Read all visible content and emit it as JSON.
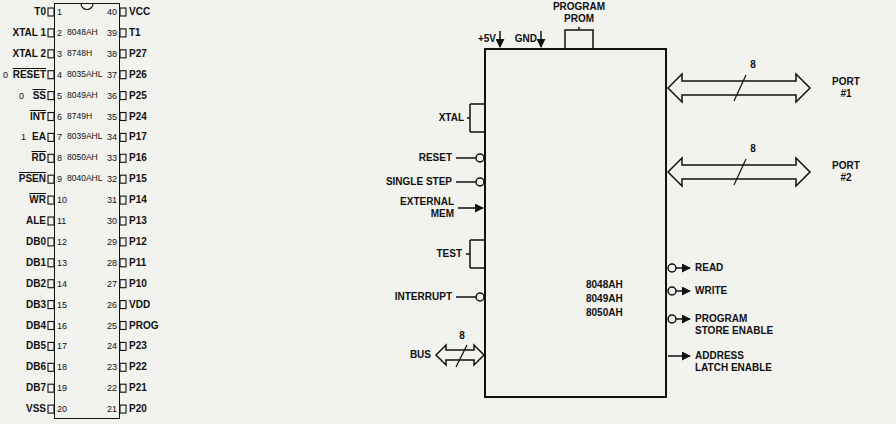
{
  "diagram": {
    "nodes": [
      {
        "text": [
          "8048AH 8748H 8035AHL 8049AH 8749H 8039AHL 8050AH 8040AHL"
        ]
      },
      {
        "text": [
          "8048AH 8049AH 8050AH"
        ]
      }
    ],
    "labels": [
      "T0",
      "XTAL 1",
      "XTAL 2",
      "RESET",
      "SS",
      "INT",
      "EA",
      "RD",
      "PSEN",
      "WR",
      "ALE",
      "DB0",
      "DB1",
      "DB2",
      "DB3",
      "DB4",
      "DB5",
      "DB6",
      "DB7",
      "VSS",
      "1",
      "2",
      "3",
      "4",
      "5",
      "6",
      "7",
      "8",
      "9",
      "10",
      "11",
      "12",
      "13",
      "14",
      "15",
      "16",
      "17",
      "18",
      "19",
      "20",
      "VCC",
      "T1",
      "P27",
      "P26",
      "P25",
      "P24",
      "P17",
      "P16",
      "P15",
      "P14",
      "P13",
      "P12",
      "P11",
      "P10",
      "VDD",
      "PROG",
      "P23",
      "P22",
      "P21",
      "P20",
      "40",
      "39",
      "38",
      "37",
      "36",
      "35",
      "34",
      "33",
      "32",
      "31",
      "30",
      "29",
      "28",
      "27",
      "26",
      "25",
      "24",
      "23",
      "22",
      "21",
      "0",
      "0",
      "1",
      "PROGRAM PROM",
      "+5V",
      "GND",
      "XTAL",
      "RESET",
      "SINGLE STEP",
      "EXTERNAL MEM",
      "TEST",
      "INTERRUPT",
      "BUS",
      "8",
      "PORT #1",
      "8",
      "PORT #2",
      "8",
      "READ",
      "WRITE",
      "PROGRAM STORE ENABLE",
      "ADDRESS LATCH ENABLE"
    ]
  }
}
